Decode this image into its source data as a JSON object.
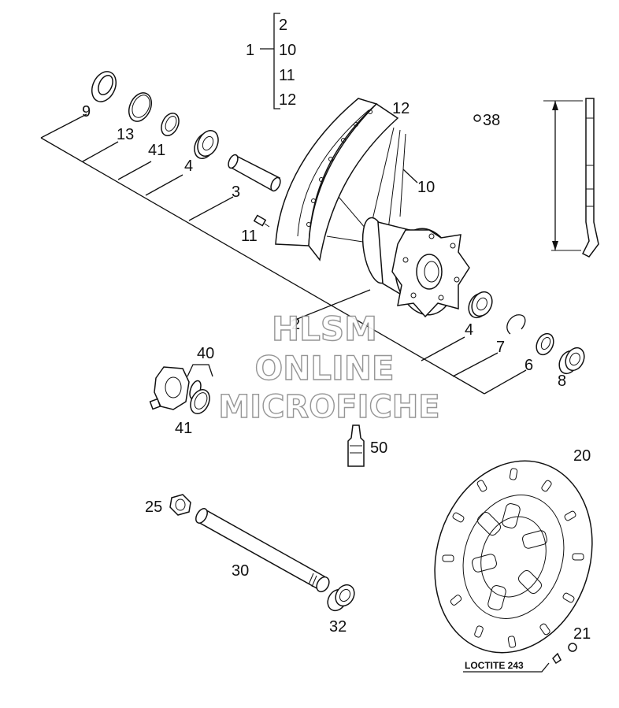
{
  "callouts": {
    "c1": "1",
    "c2": "2",
    "c10": "10",
    "c11": "11",
    "c12": "12",
    "c9": "9",
    "c13": "13",
    "c41a": "41",
    "c4a": "4",
    "c3": "3",
    "c11b": "11",
    "c12b": "12",
    "c10b": "10",
    "c2b": "2",
    "c38": "38",
    "c4b": "4",
    "c7": "7",
    "c6": "6",
    "c8": "8",
    "c40": "40",
    "c41b": "41",
    "c50": "50",
    "c20": "20",
    "c25": "25",
    "c30": "30",
    "c32": "32",
    "c21": "21"
  },
  "notes": {
    "loctite": "LOCTITE 243"
  },
  "watermark": {
    "line1": "HLSM",
    "line2": "ONLINE",
    "line3": "MICROFICHE"
  },
  "colors": {
    "ink": "#111111",
    "watermark_outline": "#8a8a8a",
    "background": "#ffffff"
  }
}
